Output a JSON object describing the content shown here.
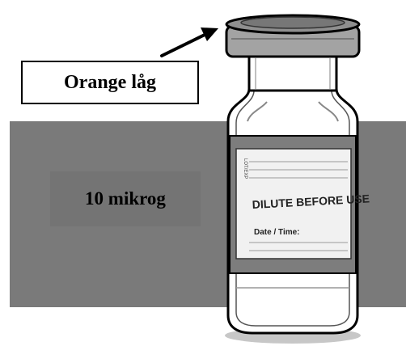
{
  "labels": {
    "cap_label": "Orange låg",
    "dose_label": "10 mikrog"
  },
  "vial": {
    "instruction": "DILUTE BEFORE USE",
    "date_time": "Date / Time:",
    "lot_exp": "LOT/EXP"
  },
  "colors": {
    "band": "#7a7a7a",
    "dose_box": "#747474",
    "vial_outline": "#000000"
  }
}
